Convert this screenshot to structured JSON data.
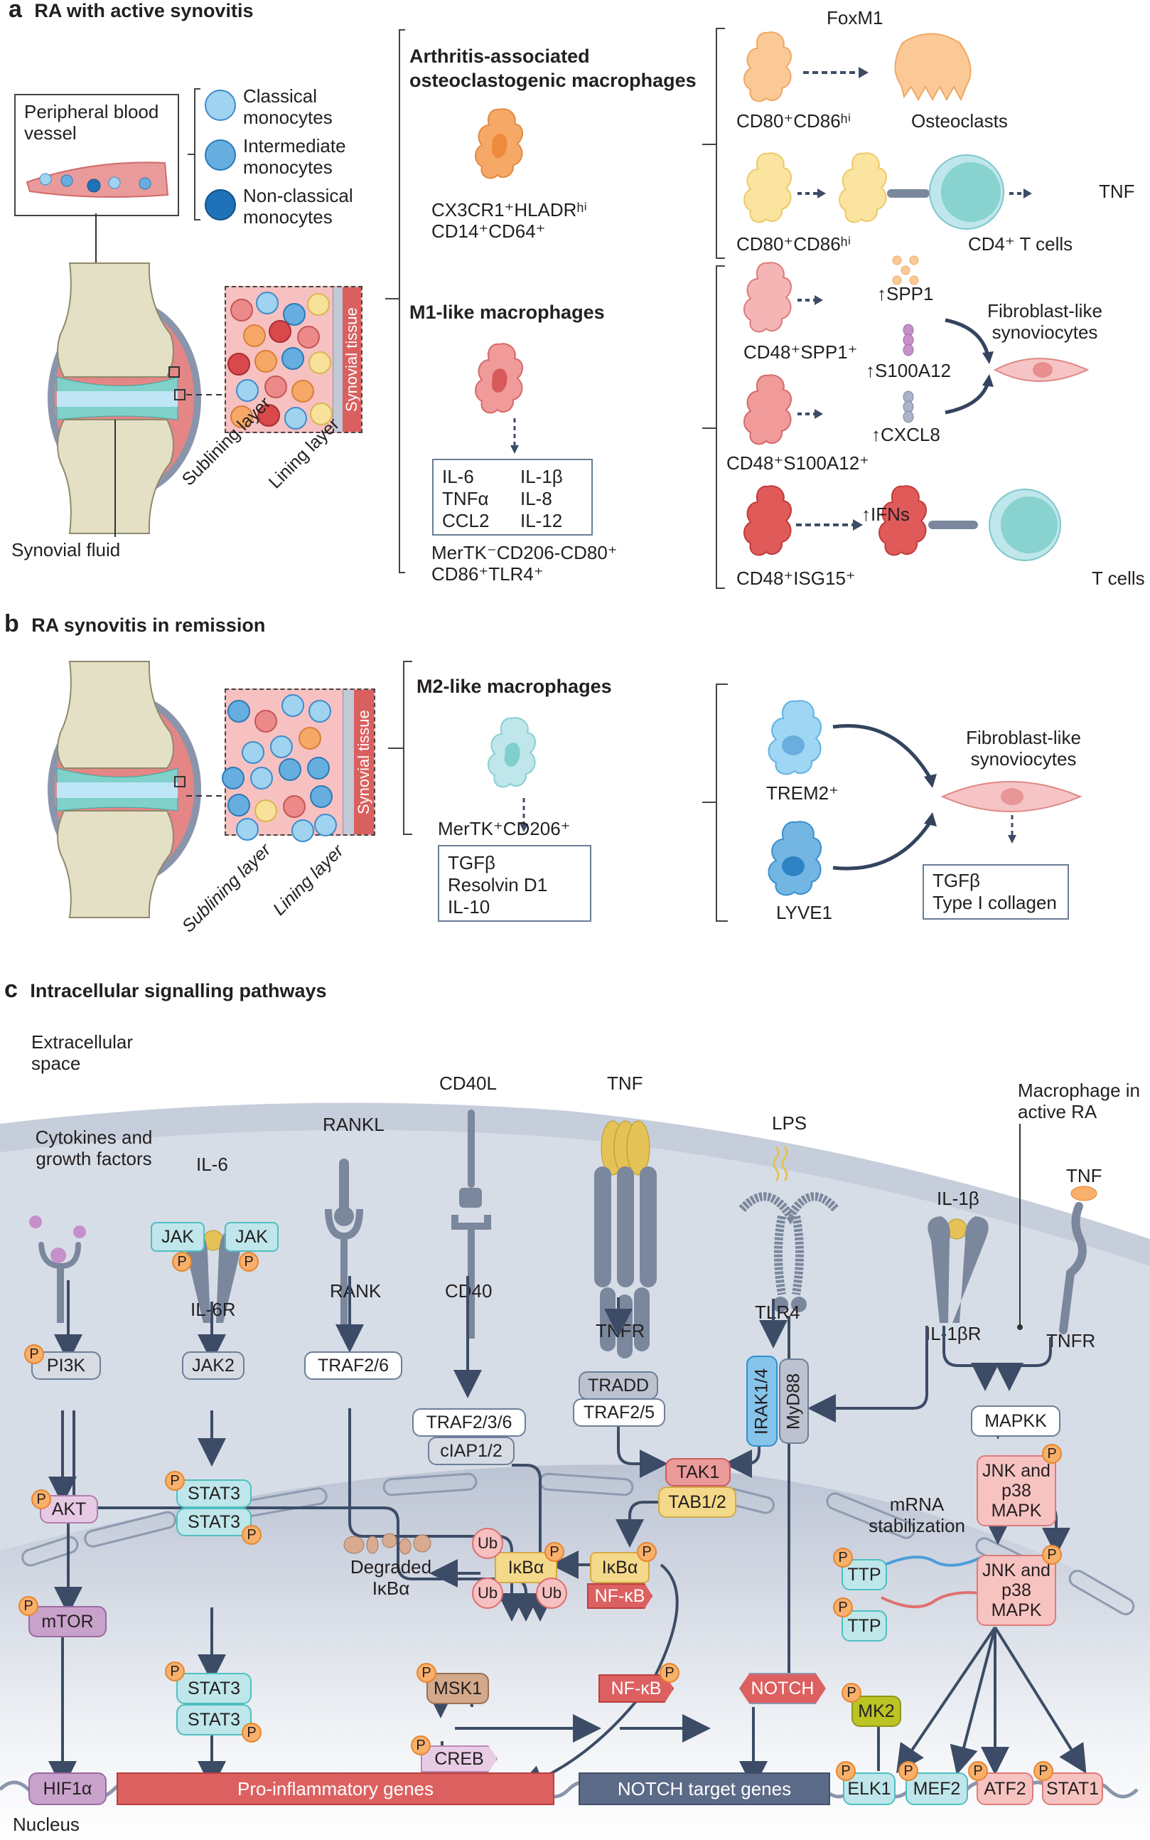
{
  "panel_a": {
    "letter": "a",
    "title": "RA with active synovitis",
    "blood_vessel_label": "Peripheral blood vessel",
    "monocytes": [
      {
        "label": "Classical monocytes",
        "color": "#9fd3f0"
      },
      {
        "label": "Intermediate monocytes",
        "color": "#66aee0"
      },
      {
        "label": "Non-classical monocytes",
        "color": "#1f72b8"
      }
    ],
    "synovial_fluid_label": "Synovial fluid",
    "synovial_tissue_label": "Synovial tissue",
    "sublining_label": "Sublining layer",
    "lining_label": "Lining layer",
    "macrophage_groups": [
      {
        "title": "Arthritis-associated osteoclastogenic macrophages",
        "markers_line1": "CX3CR1⁺HLADRʰⁱ",
        "markers_line2": "CD14⁺CD64⁺",
        "color": "#f6a867"
      },
      {
        "title": "M1-like macrophages",
        "cytokines": [
          "IL-6",
          "IL-1β",
          "TNFα",
          "IL-8",
          "CCL2",
          "IL-12"
        ],
        "markers_line1": "MerTK⁻CD206-CD80⁺",
        "markers_line2": "CD86⁺TLR4⁺",
        "color": "#ec8a8a"
      }
    ],
    "subsets": {
      "foxm1_label": "FoxM1",
      "osteo_source_label": "CD80⁺CD86ʰⁱ",
      "osteoclasts_label": "Osteoclasts",
      "tcell_source_label": "CD80⁺CD86ʰⁱ",
      "cd4_tcells_label": "CD4⁺ T cells",
      "tnf_label": "TNF",
      "spp1_cell_label": "CD48⁺SPP1⁺",
      "spp1_label": "↑SPP1",
      "s100a12_label": "↑S100A12",
      "s100a12_cell_label": "CD48⁺S100A12⁺",
      "cxcl8_label": "↑CXCL8",
      "fls_label": "Fibroblast-like synoviocytes",
      "isg15_cell_label": "CD48⁺ISG15⁺",
      "ifns_label": "↑IFNs",
      "tcells_label": "T cells"
    }
  },
  "panel_b": {
    "letter": "b",
    "title": "RA synovitis in remission",
    "synovial_tissue_label": "Synovial tissue",
    "sublining_label": "Sublining layer",
    "lining_label": "Lining layer",
    "m2_title": "M2-like macrophages",
    "m2_markers": "MerTK⁺CD206⁺",
    "m2_cytokines": [
      "TGFβ",
      "Resolvin D1",
      "IL-10"
    ],
    "trem2_label": "TREM2⁺",
    "lyve1_label": "LYVE1",
    "fls_label": "Fibroblast-like synoviocytes",
    "fls_outputs": [
      "TGFβ",
      "Type I collagen"
    ]
  },
  "panel_c": {
    "letter": "c",
    "title": "Intracellular signalling pathways",
    "extracellular_label": "Extracellular space",
    "nucleus_label": "Nucleus",
    "macrophage_label": "Macrophage in active RA",
    "mrna_label": "mRNA stabilization",
    "ligands": {
      "cytokines": "Cytokines and growth factors",
      "il6": "IL-6",
      "rankl": "RANKL",
      "cd40l": "CD40L",
      "tnf": "TNF",
      "lps": "LPS",
      "il1b": "IL-1β",
      "tnf2": "TNF"
    },
    "receptors": {
      "il6r": "IL-6R",
      "rank": "RANK",
      "cd40": "CD40",
      "tnfr": "TNFR",
      "tlr4": "TLR4",
      "il1br": "IL-1βR",
      "tnfr2": "TNFR",
      "jak": "JAK"
    },
    "nodes": {
      "pi3k": "PI3K",
      "jak2": "JAK2",
      "traf26": "TRAF2/6",
      "traf236": "TRAF2/3/6",
      "ciap": "cIAP1/2",
      "tradd": "TRADD",
      "traf25": "TRAF2/5",
      "irak": "IRAK1/4",
      "myd88": "MyD88",
      "mapkk": "MAPKK",
      "akt": "AKT",
      "stat3": "STAT3",
      "tak1": "TAK1",
      "tab12": "TAB1/2",
      "ikba": "IκBα",
      "nfkb": "NF-κB",
      "degraded": "Degraded IκBα",
      "ub": "Ub",
      "jnk": "JNK and p38 MAPK",
      "ttp": "TTP",
      "mtor": "mTOR",
      "msk1": "MSK1",
      "notch": "NOTCH",
      "mk2": "MK2",
      "creb": "CREB",
      "hif1a": "HIF1α",
      "p": "P"
    },
    "genes": {
      "proinflammatory": "Pro-inflammatory genes",
      "notch_targets": "NOTCH target genes",
      "tfs": [
        "ELK1",
        "MEF2",
        "ATF2",
        "STAT1"
      ]
    }
  }
}
